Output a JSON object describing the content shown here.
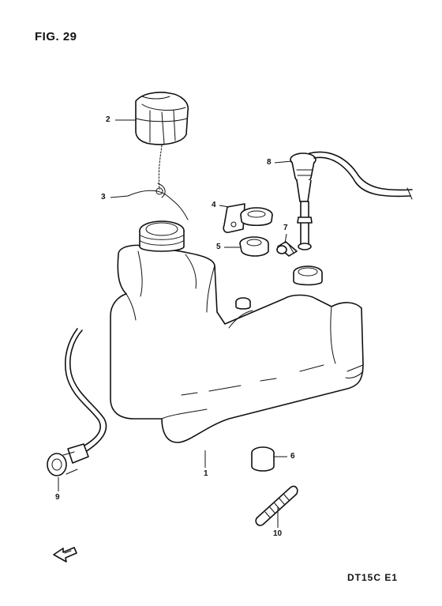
{
  "figure": {
    "title": "FIG. 29"
  },
  "model": {
    "code": "DT15C E1"
  },
  "callouts": [
    {
      "id": "1",
      "label": "1"
    },
    {
      "id": "2",
      "label": "2"
    },
    {
      "id": "3",
      "label": "3"
    },
    {
      "id": "4",
      "label": "4"
    },
    {
      "id": "5",
      "label": "5"
    },
    {
      "id": "6",
      "label": "6"
    },
    {
      "id": "7",
      "label": "7"
    },
    {
      "id": "8",
      "label": "8"
    },
    {
      "id": "9",
      "label": "9"
    },
    {
      "id": "10",
      "label": "10"
    }
  ],
  "icons": {
    "front_arrow": "front-arrow-icon"
  }
}
